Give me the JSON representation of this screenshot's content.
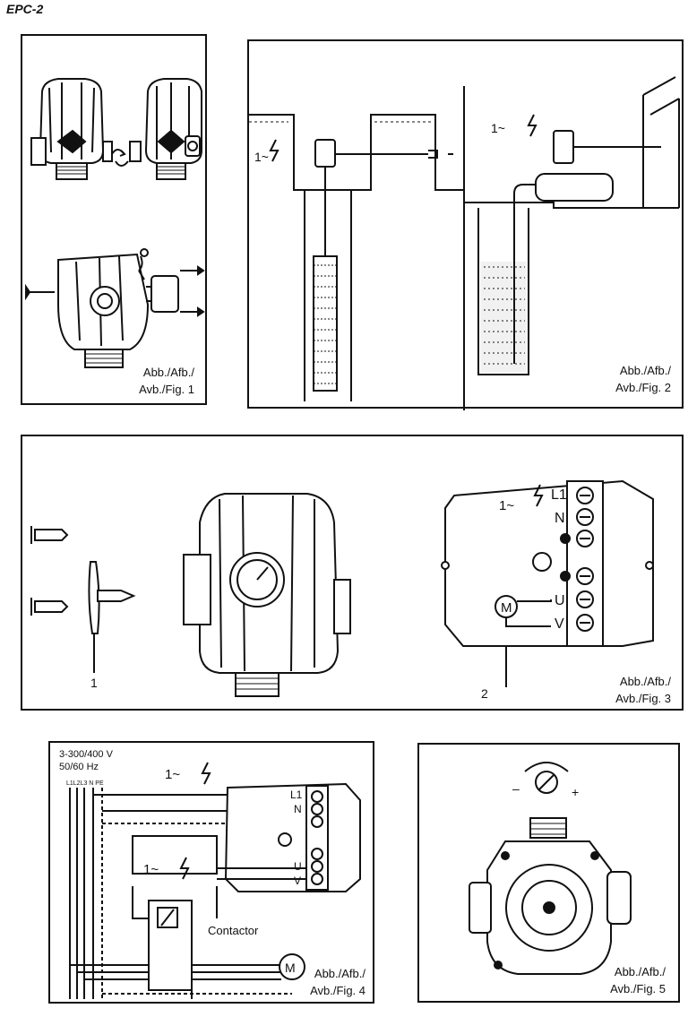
{
  "document": {
    "header": "EPC-2"
  },
  "fig1": {
    "caption_line1": "Abb./Afb./",
    "caption_line2": "Avb./Fig. 1"
  },
  "fig2": {
    "caption_line1": "Abb./Afb./",
    "caption_line2": "Avb./Fig. 2",
    "supply_label": "1~"
  },
  "fig3": {
    "caption_line1": "Abb./Afb./",
    "caption_line2": "Avb./Fig. 3",
    "supply_label": "1~",
    "terminals": [
      "L1",
      "N",
      "U",
      "V"
    ],
    "motor_label": "M",
    "callouts": [
      "1",
      "2"
    ]
  },
  "fig4": {
    "caption_line1": "Abb./Afb./",
    "caption_line2": "Avb./Fig. 4",
    "supply_line1": "3-300/400 V",
    "supply_line2": "50/60 Hz",
    "bus_labels": "L1L2L3 N PE",
    "supply_label": "1~",
    "terminals": [
      "L1",
      "N",
      "U",
      "V"
    ],
    "contactor_label": "Contactor",
    "motor_label": "M"
  },
  "fig5": {
    "caption_line1": "Abb./Afb./",
    "caption_line2": "Avb./Fig. 5",
    "minus": "–",
    "plus": "+"
  }
}
